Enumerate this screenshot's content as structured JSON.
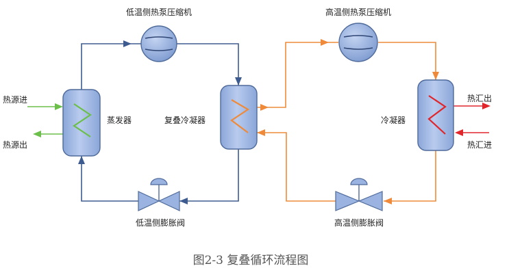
{
  "labels": {
    "low_compressor": "低温侧热泵压缩机",
    "high_compressor": "高温侧热泵压缩机",
    "heat_source_in": "热源进",
    "heat_source_out": "热源出",
    "evaporator": "蒸发器",
    "cascade_condenser": "复叠冷凝器",
    "condenser": "冷凝器",
    "heat_sink_out": "热汇出",
    "heat_sink_in": "热汇进",
    "low_valve": "低温侧膨胀阀",
    "high_valve": "高温侧膨胀阀"
  },
  "caption": "图2-3 复叠循环流程图",
  "colors": {
    "low_loop": "#3e5b8f",
    "high_loop": "#ee8a3a",
    "heat_source": "#6cbf4a",
    "heat_sink": "#e0252b",
    "component_fill": "#9bb3e0",
    "component_stroke": "#4e6a9a"
  }
}
